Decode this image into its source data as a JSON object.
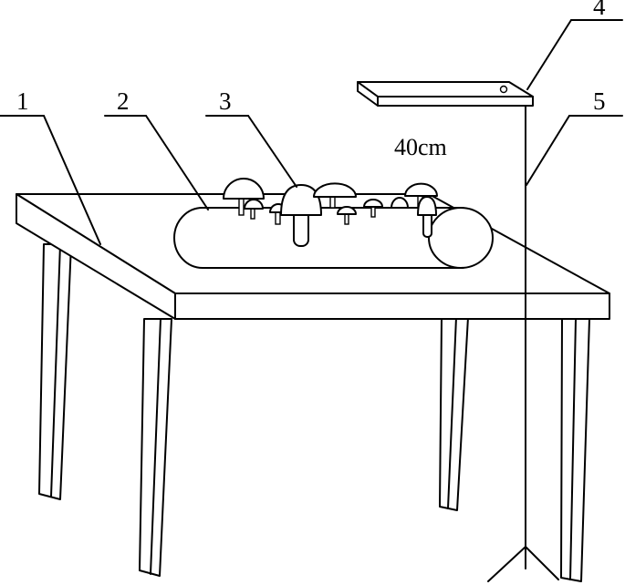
{
  "labels": {
    "table": "1",
    "substrate_bag": "2",
    "mushrooms": "3",
    "lamp": "4",
    "stand": "5"
  },
  "dimension_text": "40cm"
}
